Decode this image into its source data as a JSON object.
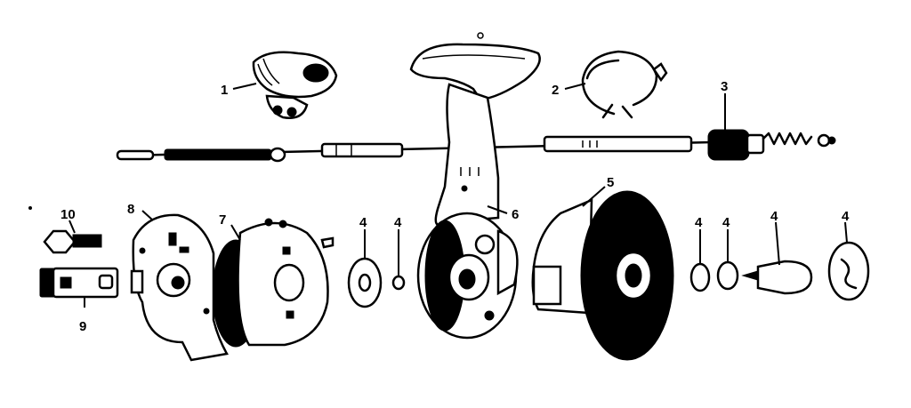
{
  "diagram": {
    "callouts": [
      {
        "key": "c1",
        "text": "1"
      },
      {
        "key": "c2",
        "text": "2"
      },
      {
        "key": "c3",
        "text": "3"
      },
      {
        "key": "c4a",
        "text": "4"
      },
      {
        "key": "c4b",
        "text": "4"
      },
      {
        "key": "c4c",
        "text": "4"
      },
      {
        "key": "c4d",
        "text": "4"
      },
      {
        "key": "c4e",
        "text": "4"
      },
      {
        "key": "c4f",
        "text": "4"
      },
      {
        "key": "c5",
        "text": "5"
      },
      {
        "key": "c6",
        "text": "6"
      },
      {
        "key": "c7",
        "text": "7"
      },
      {
        "key": "c8",
        "text": "8"
      },
      {
        "key": "c9",
        "text": "9"
      },
      {
        "key": "c10",
        "text": "10"
      }
    ]
  }
}
